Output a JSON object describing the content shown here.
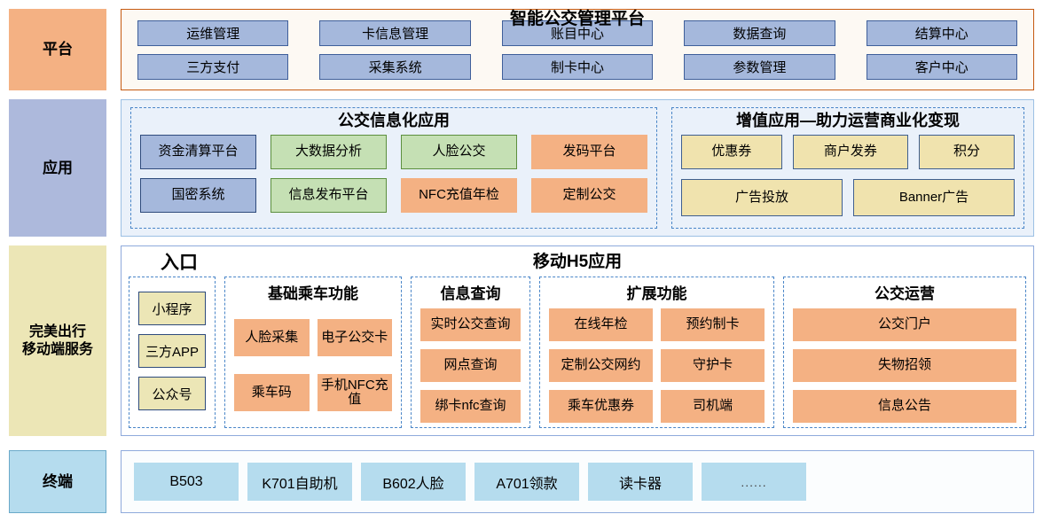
{
  "rows": {
    "platform": {
      "label": "平台",
      "title": "智能公交管理平台",
      "items": [
        "运维管理",
        "卡信息管理",
        "账目中心",
        "数据查询",
        "结算中心",
        "三方支付",
        "采集系统",
        "制卡中心",
        "参数管理",
        "客户中心"
      ]
    },
    "application": {
      "label": "应用",
      "groups": [
        {
          "title": "公交信息化应用",
          "items": [
            {
              "label": "资金清算平台",
              "color": "#a5b8dc"
            },
            {
              "label": "大数据分析",
              "color": "#c5e0b4"
            },
            {
              "label": "人脸公交",
              "color": "#c5e0b4"
            },
            {
              "label": "发码平台",
              "color": "#f4b183"
            },
            {
              "label": "国密系统",
              "color": "#a5b8dc"
            },
            {
              "label": "信息发布平台",
              "color": "#c5e0b4"
            },
            {
              "label": "NFC充值年检",
              "color": "#f4b183"
            },
            {
              "label": "定制公交",
              "color": "#f4b183"
            }
          ]
        },
        {
          "title": "增值应用—助力运营商业化变现",
          "row1": [
            "优惠券",
            "商户发券",
            "积分"
          ],
          "row2": [
            "广告投放",
            "Banner广告"
          ]
        }
      ]
    },
    "h5": {
      "label": "完美出行\n移动端服务",
      "label_line1": "完美出行",
      "label_line2": "移动端服务",
      "entry_title": "入口",
      "main_title": "移动H5应用",
      "columns": [
        {
          "title": "",
          "name": "entry",
          "items": [
            "小程序",
            "三方APP",
            "公众号"
          ]
        },
        {
          "title": "基础乘车功能",
          "name": "basic",
          "items": [
            "人脸采集",
            "电子公交卡",
            "乘车码",
            "手机NFC充值"
          ]
        },
        {
          "title": "信息查询",
          "name": "query",
          "items": [
            "实时公交查询",
            "网点查询",
            "绑卡nfc查询"
          ]
        },
        {
          "title": "扩展功能",
          "name": "extended",
          "items": [
            "在线年检",
            "预约制卡",
            "定制公交网约",
            "守护卡",
            "乘车优惠券",
            "司机端"
          ]
        },
        {
          "title": "公交运营",
          "name": "operations",
          "items": [
            "公交门户",
            "失物招领",
            "信息公告"
          ]
        }
      ]
    },
    "terminal": {
      "label": "终端",
      "items": [
        "B503",
        "K701自助机",
        "B602人脸",
        "A701领款",
        "读卡器",
        "......"
      ]
    }
  },
  "colors": {
    "platform_label_bg": "#f4b183",
    "platform_border": "#c55a11",
    "app_label_bg": "#adb9dc",
    "h5_label_bg": "#ece6b6",
    "terminal_label_bg": "#b5dcee",
    "blue_cell": "#a5b8dc",
    "green_cell": "#c5e0b4",
    "orange_cell": "#f4b183",
    "yellow_cell": "#ece6b6",
    "dashed_border": "#4a86c8"
  }
}
